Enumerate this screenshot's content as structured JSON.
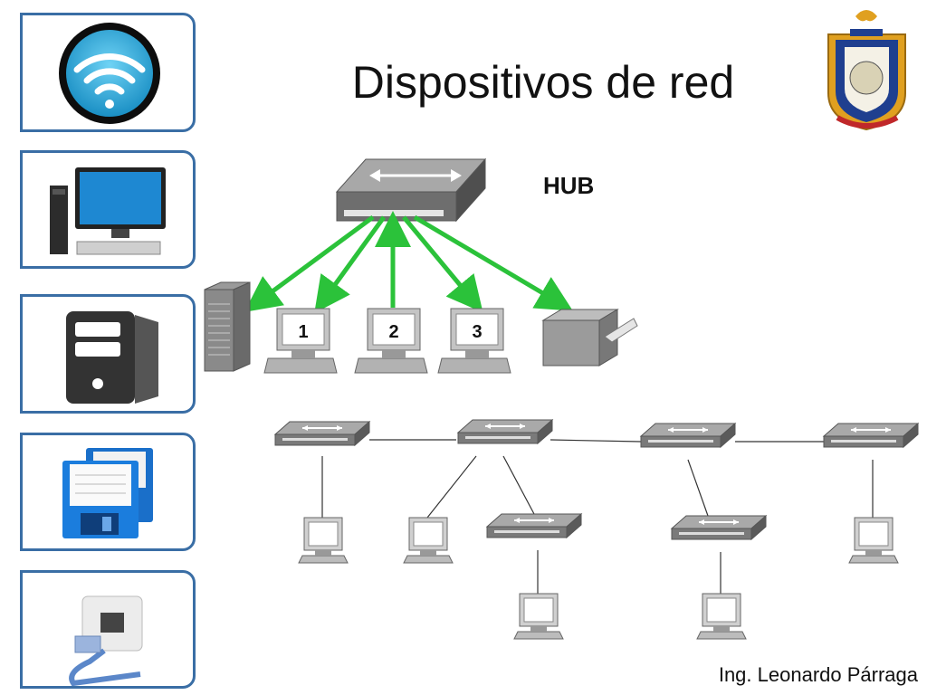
{
  "slide": {
    "title": "Dispositivos de red",
    "hub_label": "HUB",
    "author": "Ing. Leonardo Párraga"
  },
  "hub_diagram": {
    "terminals": [
      "1",
      "2",
      "3"
    ]
  },
  "sidebar": {
    "icons": [
      "wifi-icon",
      "desktop-computer-icon",
      "server-tower-icon",
      "floppy-disks-icon",
      "ethernet-port-icon"
    ]
  },
  "colors": {
    "arrow": "#2bc23a",
    "frame_border": "#3a6ea5",
    "device_gray": "#8a8a8a"
  }
}
